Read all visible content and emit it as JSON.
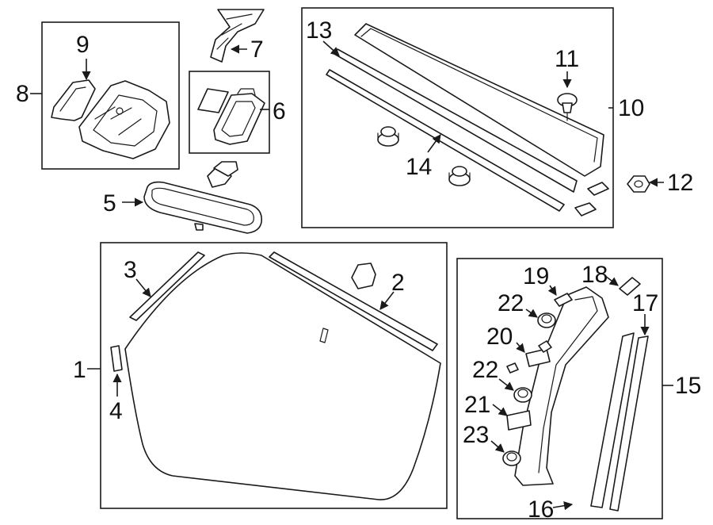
{
  "callouts": [
    {
      "id": "1",
      "text": "1"
    },
    {
      "id": "2",
      "text": "2"
    },
    {
      "id": "3",
      "text": "3"
    },
    {
      "id": "4",
      "text": "4"
    },
    {
      "id": "5",
      "text": "5"
    },
    {
      "id": "6",
      "text": "6"
    },
    {
      "id": "7",
      "text": "7"
    },
    {
      "id": "8",
      "text": "8"
    },
    {
      "id": "9",
      "text": "9"
    },
    {
      "id": "10",
      "text": "10"
    },
    {
      "id": "11",
      "text": "11"
    },
    {
      "id": "12",
      "text": "12"
    },
    {
      "id": "13",
      "text": "13"
    },
    {
      "id": "14",
      "text": "14"
    },
    {
      "id": "15",
      "text": "15"
    },
    {
      "id": "16",
      "text": "16"
    },
    {
      "id": "17",
      "text": "17"
    },
    {
      "id": "18",
      "text": "18"
    },
    {
      "id": "19",
      "text": "19"
    },
    {
      "id": "20",
      "text": "20"
    },
    {
      "id": "21",
      "text": "21"
    },
    {
      "id": "22a",
      "text": "22"
    },
    {
      "id": "22b",
      "text": "22"
    },
    {
      "id": "23",
      "text": "23"
    }
  ],
  "colors": {
    "line": "#1a1a1a",
    "background": "#ffffff",
    "fill": "#ffffff"
  }
}
